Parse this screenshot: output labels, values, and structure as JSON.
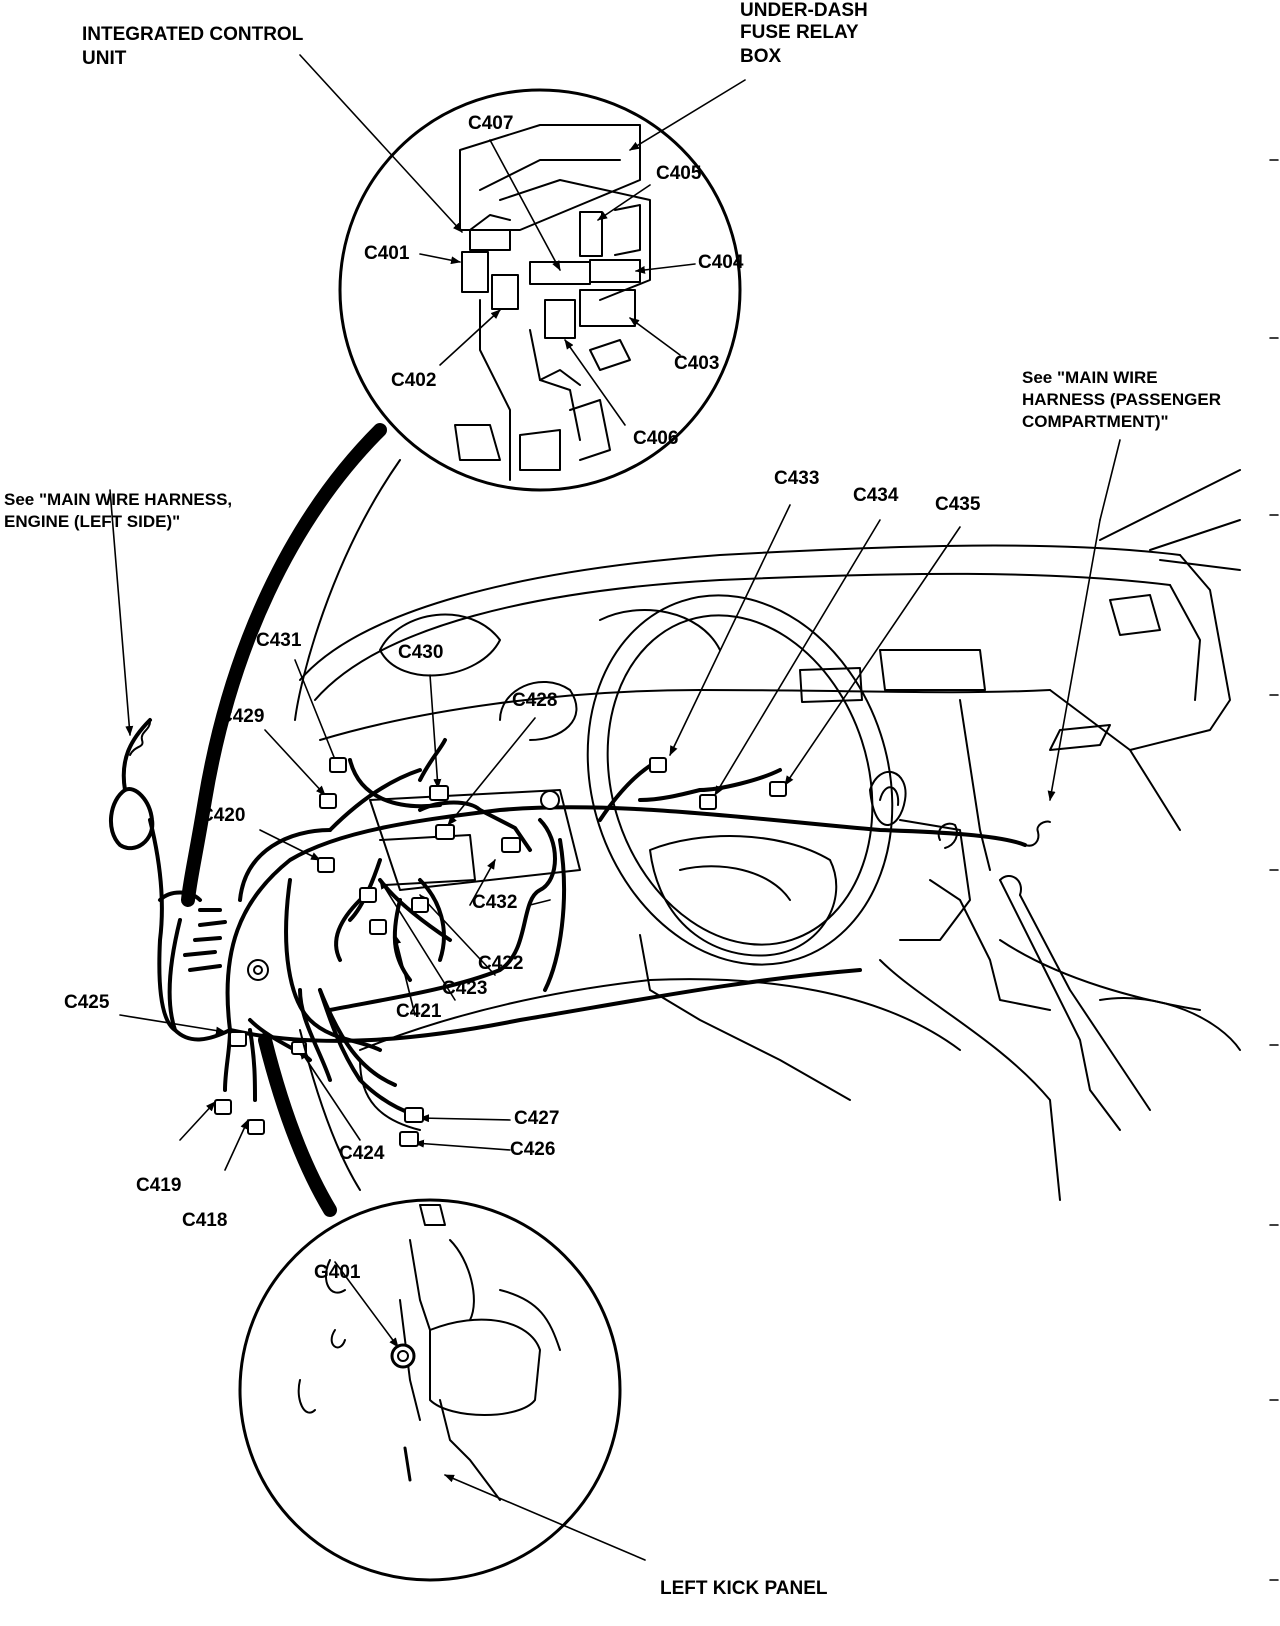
{
  "labels": {
    "icu_line1": "INTEGRATED CONTROL",
    "icu_line2": "UNIT",
    "fuse_line1": "UNDER-DASH",
    "fuse_line2": "FUSE RELAY",
    "fuse_line3": "BOX",
    "kick_panel": "LEFT KICK PANEL",
    "see_engine_line1": "See \"MAIN WIRE HARNESS,",
    "see_engine_line2": "ENGINE (LEFT SIDE)\"",
    "see_pass_line1": "See \"MAIN WIRE",
    "see_pass_line2": "HARNESS (PASSENGER",
    "see_pass_line3": "COMPARTMENT)\""
  },
  "connectors": {
    "c401": "C401",
    "c402": "C402",
    "c403": "C403",
    "c404": "C404",
    "c405": "C405",
    "c406": "C406",
    "c407": "C407",
    "c418": "C418",
    "c419": "C419",
    "c420": "C420",
    "c421": "C421",
    "c422": "C422",
    "c423": "C423",
    "c424": "C424",
    "c425": "C425",
    "c426": "C426",
    "c427": "C427",
    "c428": "C428",
    "c429": "C429",
    "c430": "C430",
    "c431": "C431",
    "c432": "C432",
    "c433": "C433",
    "c434": "C434",
    "c435": "C435",
    "g401": "G401"
  },
  "colors": {
    "ink": "#000000",
    "paper": "#ffffff"
  }
}
